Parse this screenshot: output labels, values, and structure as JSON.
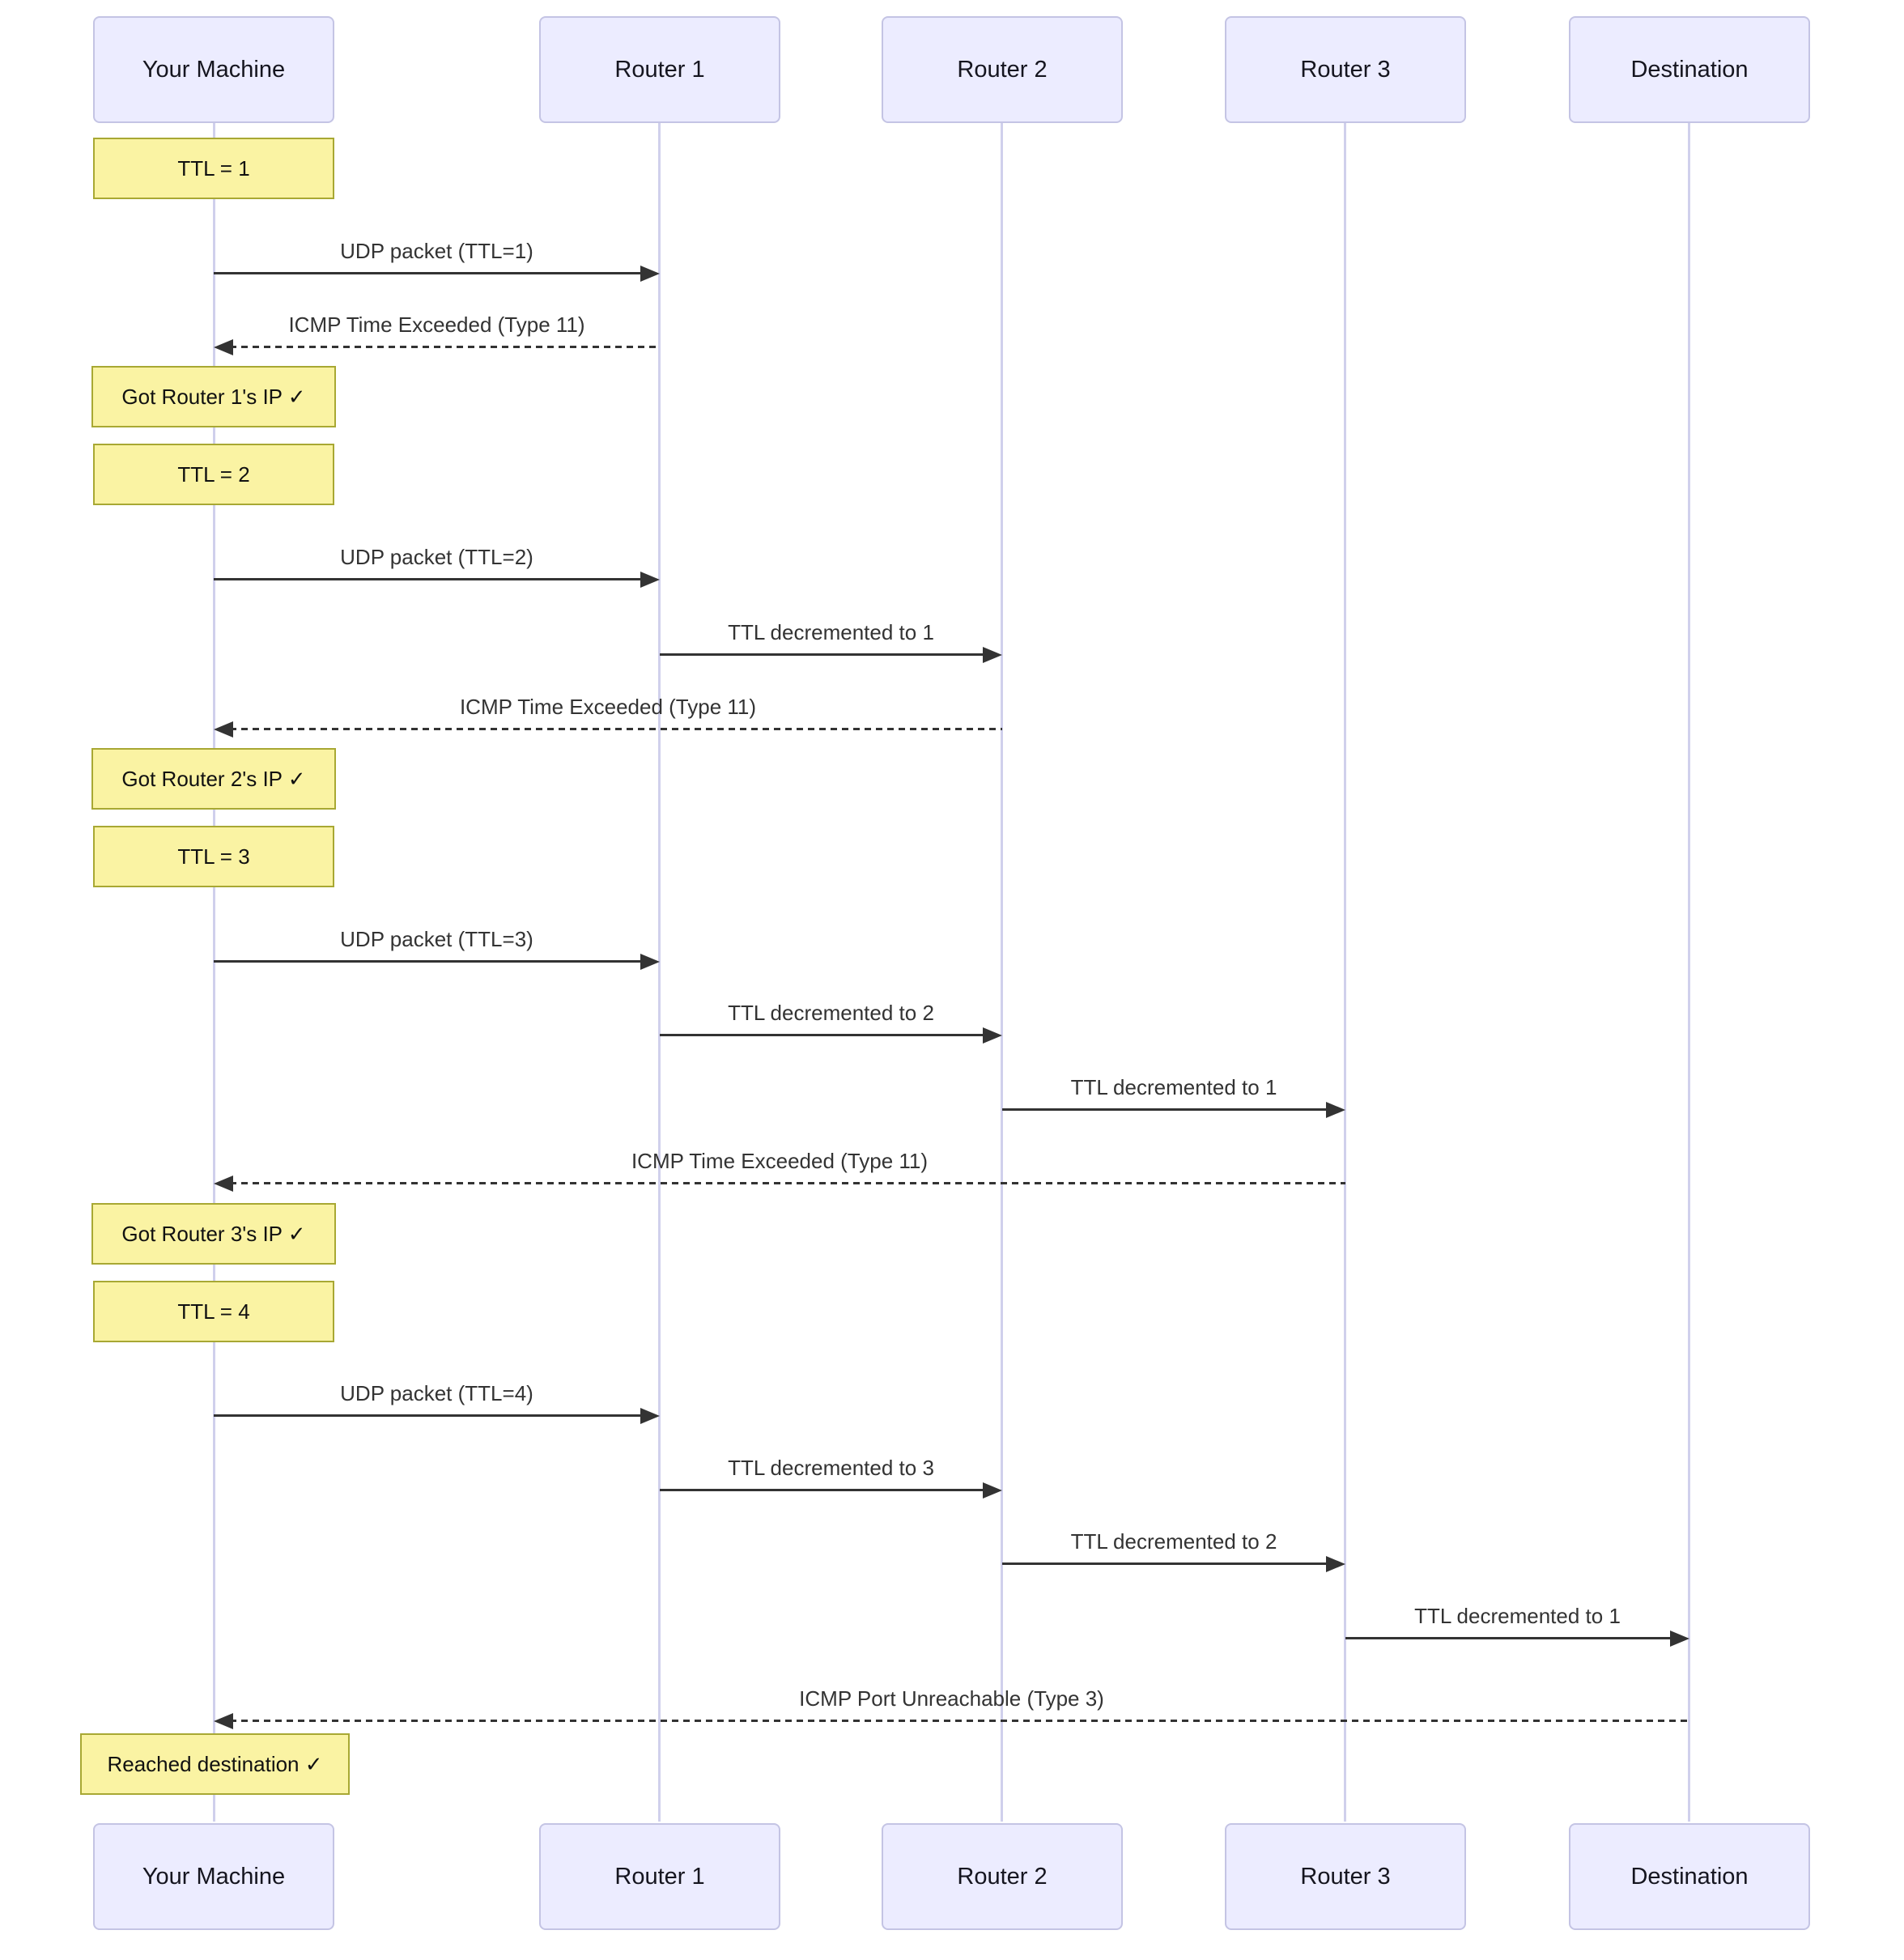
{
  "diagram": {
    "type": "sequence",
    "subject": "traceroute TTL probing flow",
    "colors": {
      "background": "#ffffff",
      "actor_fill": "#ECECFF",
      "actor_border": "#c4c4e4",
      "lifeline": "#d0d0ec",
      "note_fill": "#faf3a3",
      "note_border": "#a8a833",
      "message": "#333333"
    }
  },
  "participants": [
    {
      "id": "your-machine",
      "label": "Your Machine"
    },
    {
      "id": "router-1",
      "label": "Router 1"
    },
    {
      "id": "router-2",
      "label": "Router 2"
    },
    {
      "id": "router-3",
      "label": "Router 3"
    },
    {
      "id": "destination",
      "label": "Destination"
    }
  ],
  "notes": [
    {
      "actor": "your-machine",
      "text": "TTL = 1"
    },
    {
      "actor": "your-machine",
      "text": "Got Router 1's IP ✓"
    },
    {
      "actor": "your-machine",
      "text": "TTL = 2"
    },
    {
      "actor": "your-machine",
      "text": "Got Router 2's IP ✓"
    },
    {
      "actor": "your-machine",
      "text": "TTL = 3"
    },
    {
      "actor": "your-machine",
      "text": "Got Router 3's IP ✓"
    },
    {
      "actor": "your-machine",
      "text": "TTL = 4"
    },
    {
      "actor": "your-machine",
      "text": "Reached destination ✓"
    }
  ],
  "messages": [
    {
      "from": "Your Machine",
      "to": "Router 1",
      "style": "solid",
      "text": "UDP packet (TTL=1)"
    },
    {
      "from": "Router 1",
      "to": "Your Machine",
      "style": "dashed",
      "text": "ICMP Time Exceeded (Type 11)"
    },
    {
      "from": "Your Machine",
      "to": "Router 1",
      "style": "solid",
      "text": "UDP packet (TTL=2)"
    },
    {
      "from": "Router 1",
      "to": "Router 2",
      "style": "solid",
      "text": "TTL decremented to 1"
    },
    {
      "from": "Router 2",
      "to": "Your Machine",
      "style": "dashed",
      "text": "ICMP Time Exceeded (Type 11)"
    },
    {
      "from": "Your Machine",
      "to": "Router 1",
      "style": "solid",
      "text": "UDP packet (TTL=3)"
    },
    {
      "from": "Router 1",
      "to": "Router 2",
      "style": "solid",
      "text": "TTL decremented to 2"
    },
    {
      "from": "Router 2",
      "to": "Router 3",
      "style": "solid",
      "text": "TTL decremented to 1"
    },
    {
      "from": "Router 3",
      "to": "Your Machine",
      "style": "dashed",
      "text": "ICMP Time Exceeded (Type 11)"
    },
    {
      "from": "Your Machine",
      "to": "Router 1",
      "style": "solid",
      "text": "UDP packet (TTL=4)"
    },
    {
      "from": "Router 1",
      "to": "Router 2",
      "style": "solid",
      "text": "TTL decremented to 3"
    },
    {
      "from": "Router 2",
      "to": "Router 3",
      "style": "solid",
      "text": "TTL decremented to 2"
    },
    {
      "from": "Router 3",
      "to": "Destination",
      "style": "solid",
      "text": "TTL decremented to 1"
    },
    {
      "from": "Destination",
      "to": "Your Machine",
      "style": "dashed",
      "text": "ICMP Port Unreachable (Type 3)"
    }
  ]
}
